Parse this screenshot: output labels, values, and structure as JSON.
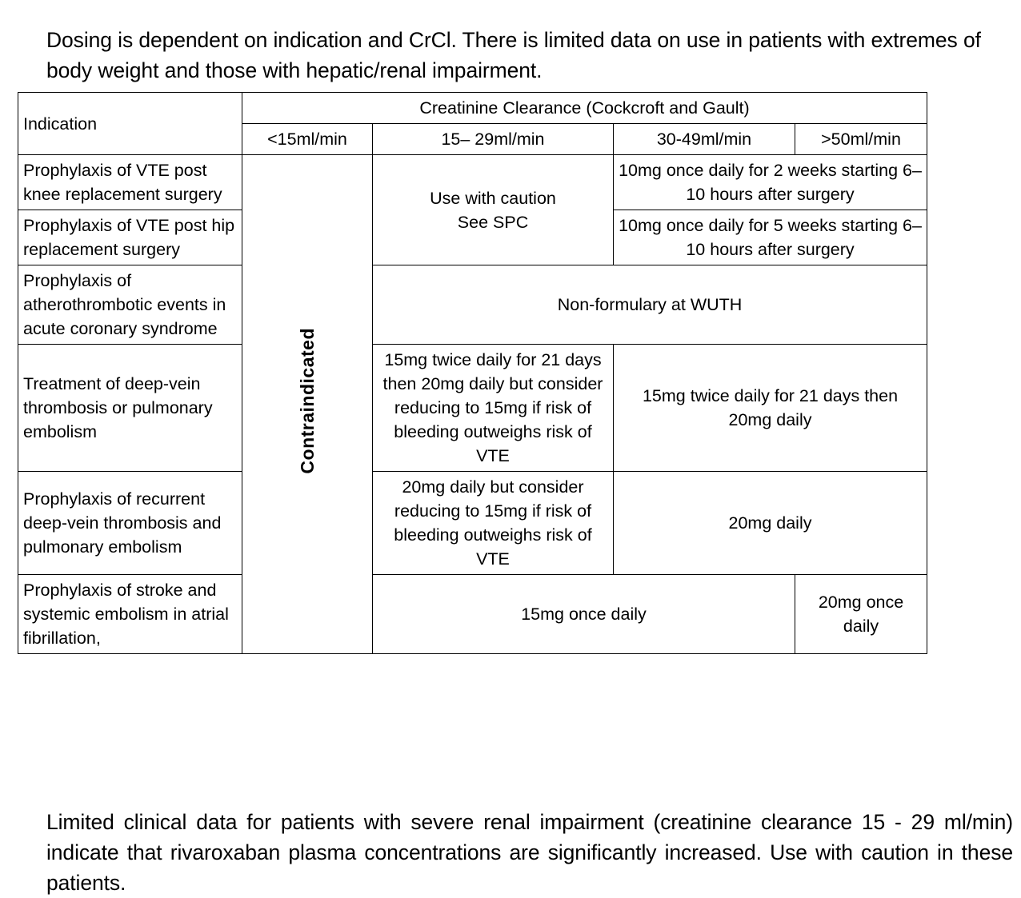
{
  "intro_paragraph": "Dosing is dependent on indication and CrCl.  There is limited data on use in patients with extremes of body weight and those with hepatic/renal impairment.",
  "table": {
    "header": {
      "indication_label": "Indication",
      "group_label": "Creatinine Clearance (Cockcroft and Gault)",
      "columns": [
        "<15ml/min",
        "15– 29ml/min",
        "30-49ml/min",
        ">50ml/min"
      ]
    },
    "contraindicated_label": "Contraindicated",
    "rows": [
      {
        "indication": "Prophylaxis of VTE post knee replacement surgery",
        "crcl_15_29": "Use with caution\nSee SPC",
        "crcl_30_plus": "10mg once daily for 2 weeks starting 6–10 hours after surgery"
      },
      {
        "indication": "Prophylaxis of VTE post hip replacement surgery",
        "crcl_15_29": "",
        "crcl_30_plus": "10mg once daily for 5 weeks starting 6–10 hours after surgery"
      },
      {
        "indication": "Prophylaxis of atherothrombotic events in acute coronary syndrome",
        "crcl_all": "Non-formulary at WUTH"
      },
      {
        "indication": "Treatment of deep-vein thrombosis or pulmonary embolism",
        "crcl_15_29": "15mg twice daily for 21 days then 20mg daily but consider reducing to 15mg if risk of bleeding outweighs risk of VTE",
        "crcl_30_plus": "15mg twice daily for 21 days then\n20mg daily"
      },
      {
        "indication": "Prophylaxis of recurrent deep-vein thrombosis and pulmonary embolism",
        "crcl_15_29": "20mg daily but consider reducing to 15mg if risk of bleeding outweighs risk of VTE",
        "crcl_30_plus": "20mg daily"
      },
      {
        "indication": "Prophylaxis of stroke and systemic embolism in atrial fibrillation,",
        "crcl_15_49": "15mg once daily",
        "crcl_50_plus": "20mg once daily"
      }
    ]
  },
  "outro_paragraph_main": "Limited clinical data for patients with severe renal impairment (creatinine clearance 15 - 29 ml/min) indicate that rivaroxaban plasma concentrations are significantly",
  "outro_paragraph_last": "increased.  Use with caution in these patients."
}
